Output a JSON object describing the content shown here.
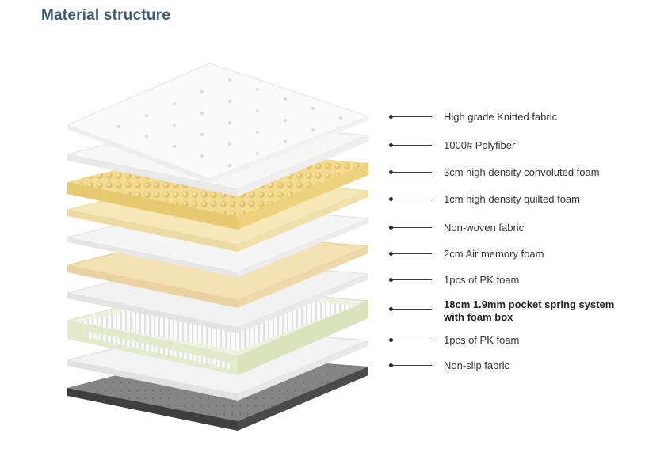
{
  "title": "Material structure",
  "layers": [
    {
      "label": "High grade Knitted fabric",
      "bold": false
    },
    {
      "label": "1000# Polyfiber",
      "bold": false
    },
    {
      "label": "3cm high density convoluted foam",
      "bold": false
    },
    {
      "label": "1cm high density quilted foam",
      "bold": false
    },
    {
      "label": "Non-woven fabric",
      "bold": false
    },
    {
      "label": "2cm Air memory foam",
      "bold": false
    },
    {
      "label": "1pcs of PK foam",
      "bold": false
    },
    {
      "label": "18cm 1.9mm pocket spring system",
      "label2": "with foam box",
      "bold": true
    },
    {
      "label": "1pcs of PK foam",
      "bold": false
    },
    {
      "label": "Non-slip fabric",
      "bold": false
    }
  ]
}
